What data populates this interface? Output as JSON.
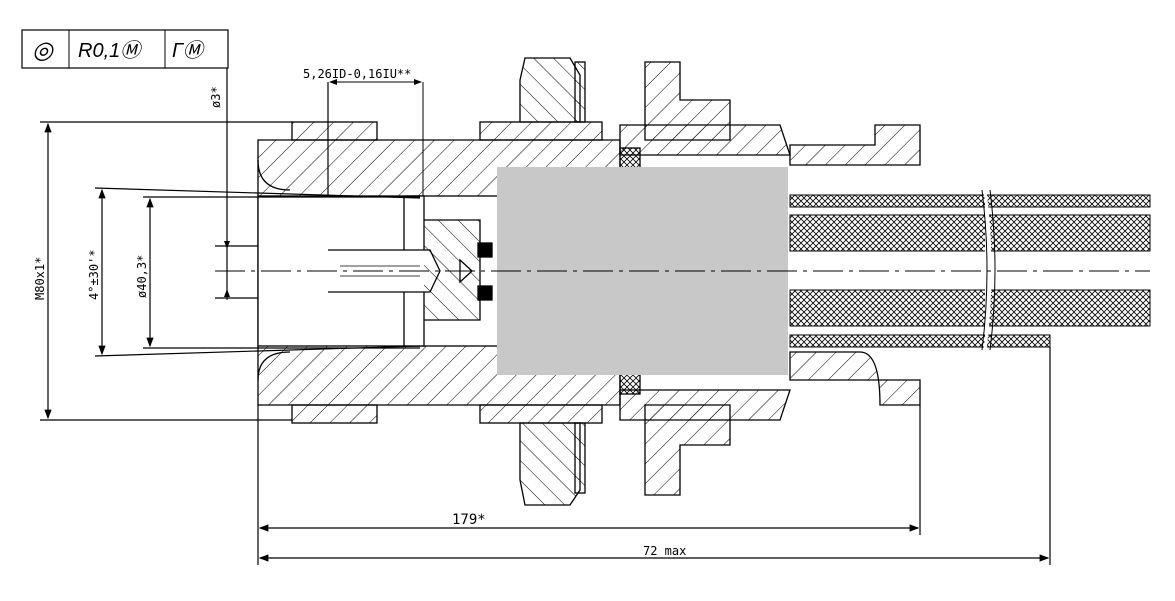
{
  "tolerance_frame": {
    "symbol": "◎",
    "value": "R0,1Ⓜ",
    "datum": "ГⓂ"
  },
  "dimensions": {
    "pin_diameter": "ø3*",
    "pin_length": "5,26ID-0,16IU**",
    "thread": "M80x1*",
    "angle": "4°±30'*",
    "bore_diameter": "ø40,3*",
    "length_179": "179*",
    "length_max": "72 max"
  },
  "colors": {
    "line": "#000000",
    "masked_region": "#c8c8c8"
  }
}
